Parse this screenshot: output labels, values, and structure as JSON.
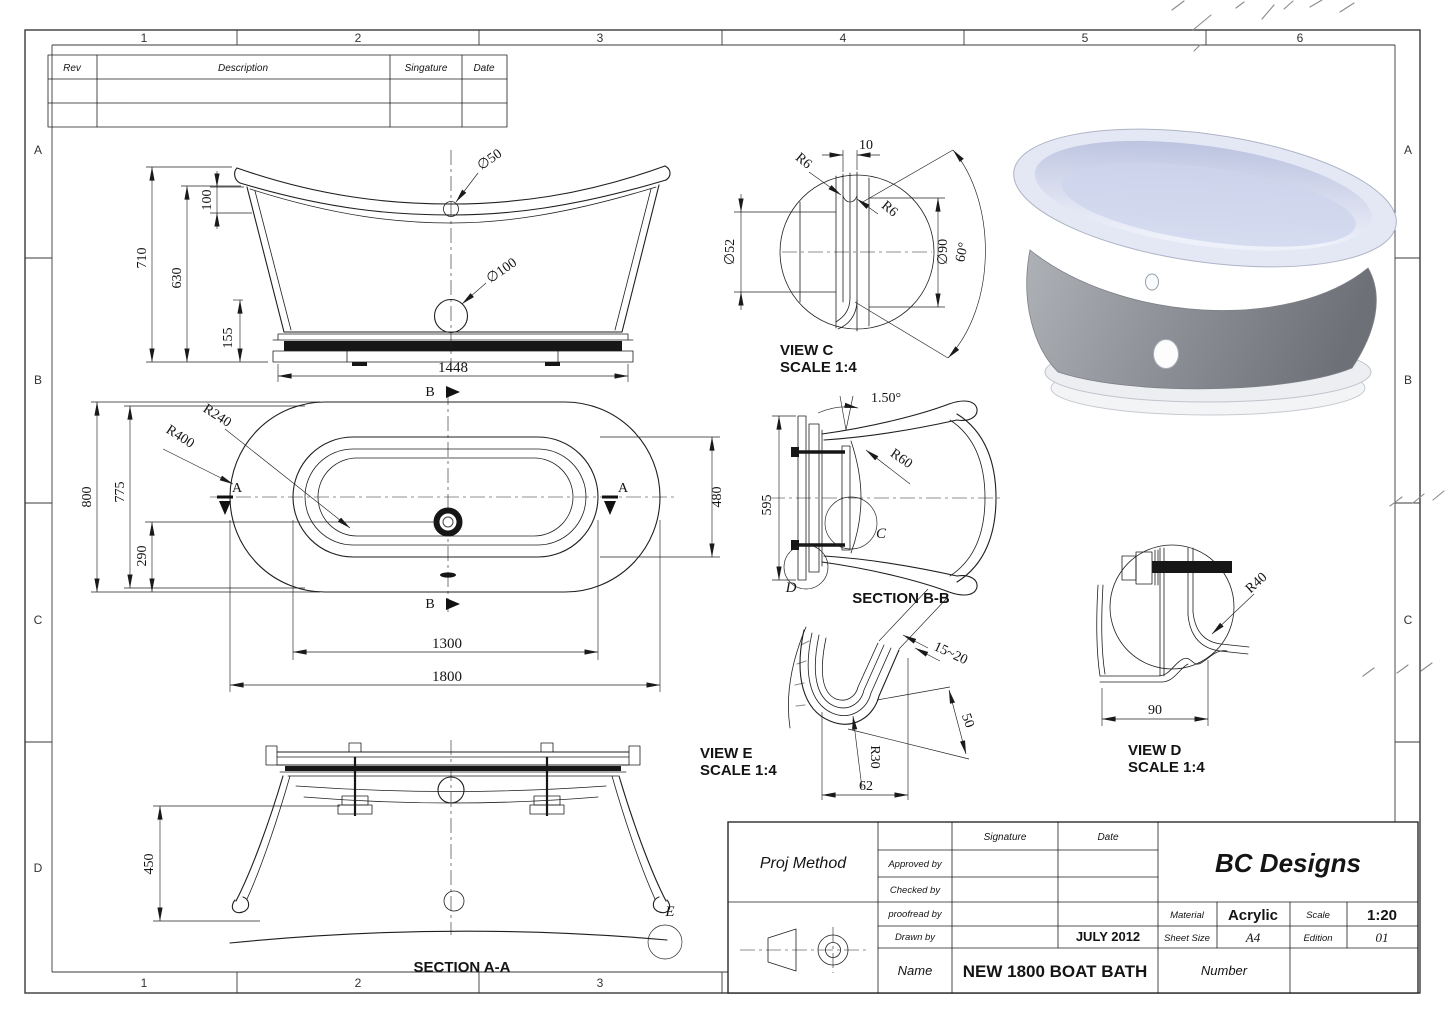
{
  "sheet": {
    "border": {
      "cols": [
        "1",
        "2",
        "3",
        "4",
        "5",
        "6"
      ],
      "rows": [
        "A",
        "B",
        "C",
        "D"
      ]
    },
    "revision": {
      "rev": "Rev",
      "description": "Description",
      "signature": "Singature",
      "date": "Date"
    },
    "front": {
      "h710": "710",
      "h630": "630",
      "h100": "100",
      "h155": "155",
      "w1448": "1448",
      "hole_top": "∅50",
      "hole_bottom": "∅100"
    },
    "plan": {
      "w800": "800",
      "w775": "775",
      "w290": "290",
      "w480": "480",
      "l1300": "1300",
      "l1800": "1800",
      "r240": "R240",
      "r400": "R400",
      "sec_a": "A",
      "sec_b": "B"
    },
    "view_c": {
      "title": "VIEW C",
      "scale": "SCALE 1:4",
      "d10": "10",
      "r6_a": "R6",
      "r6_b": "R6",
      "dia52": "∅52",
      "dia90": "∅90",
      "ang60": "60°"
    },
    "section_bb": {
      "title": "SECTION B-B",
      "ang": "1.50°",
      "r60": "R60",
      "h595": "595",
      "c": "C",
      "d": "D"
    },
    "view_e": {
      "title": "VIEW E",
      "scale": "SCALE 1:4",
      "gap": "15~20",
      "d50": "50",
      "r30": "R30",
      "d62": "62"
    },
    "view_d": {
      "title": "VIEW D",
      "scale": "SCALE 1:4",
      "r40": "R40",
      "d90": "90"
    },
    "section_aa": {
      "title": "SECTION A-A",
      "h450": "450",
      "e": "E"
    },
    "titleblock": {
      "proj_method": "Proj Method",
      "signature": "Signature",
      "date": "Date",
      "approved": "Approved by",
      "checked": "Checked by",
      "proofread": "proofread by",
      "drawn": "Drawn by",
      "drawn_date": "JULY 2012",
      "name_label": "Name",
      "name_value": "NEW 1800 BOAT BATH",
      "company": "BC Designs",
      "material_label": "Material",
      "material_value": "Acrylic",
      "scale_label": "Scale",
      "scale_value": "1:20",
      "sheet_label": "Sheet Size",
      "sheet_value": "A4",
      "edition_label": "Edition",
      "edition_value": "01",
      "number_label": "Number"
    },
    "colors": {
      "line": "#1f1f1f",
      "tub_body": "#8f9298",
      "tub_interior": "#dbe0f2",
      "plinth": "#eceef2"
    }
  }
}
